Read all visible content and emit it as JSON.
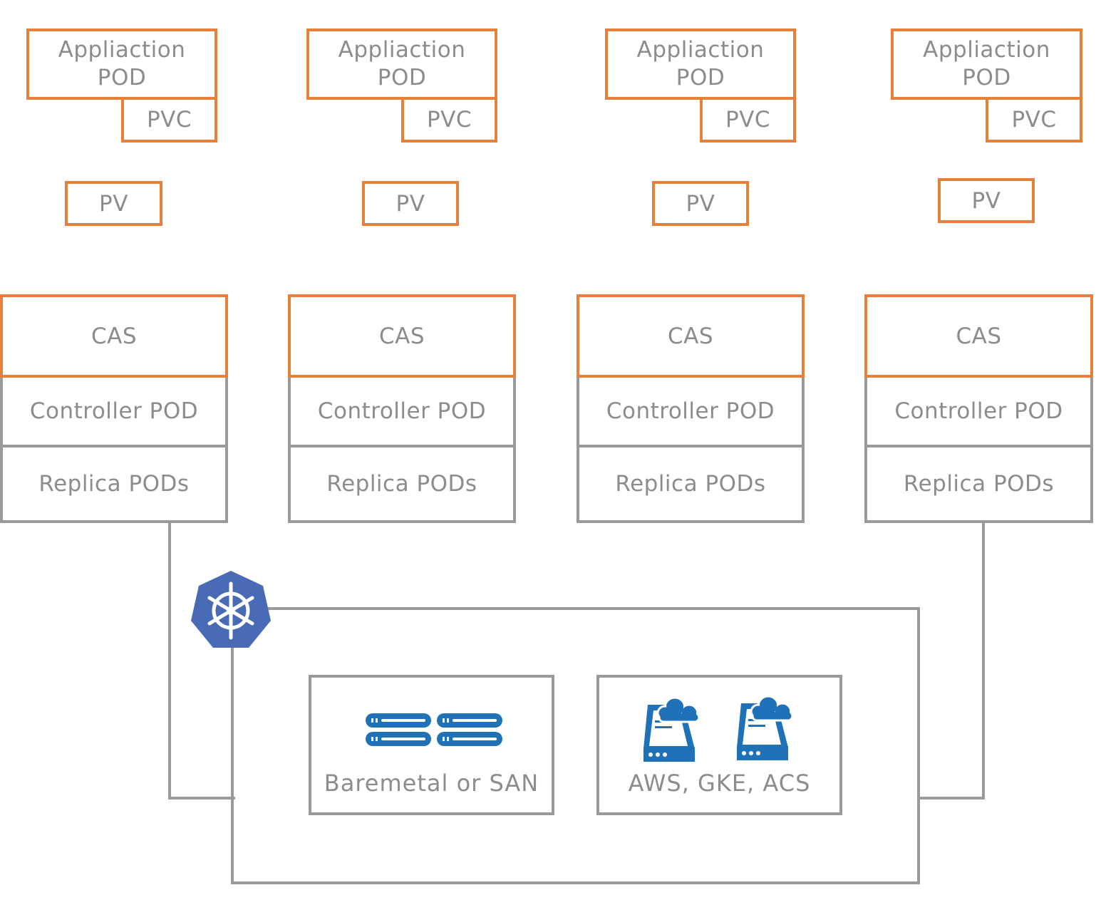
{
  "colors": {
    "orange_border": "#e8803a",
    "gray_border": "#9a9a9a",
    "text": "#8c8c8c",
    "kubernetes_blue": "#496bb5",
    "icon_blue": "#1f72b8"
  },
  "columns": [
    {
      "app_pod": {
        "line1": "Appliaction",
        "line2": "POD"
      },
      "pvc": "PVC",
      "pv": "PV",
      "cas": "CAS",
      "controller": "Controller POD",
      "replicas": "Replica PODs"
    },
    {
      "app_pod": {
        "line1": "Appliaction",
        "line2": "POD"
      },
      "pvc": "PVC",
      "pv": "PV",
      "cas": "CAS",
      "controller": "Controller POD",
      "replicas": "Replica PODs"
    },
    {
      "app_pod": {
        "line1": "Appliaction",
        "line2": "POD"
      },
      "pvc": "PVC",
      "pv": "PV",
      "cas": "CAS",
      "controller": "Controller POD",
      "replicas": "Replica PODs"
    },
    {
      "app_pod": {
        "line1": "Appliaction",
        "line2": "POD"
      },
      "pvc": "PVC",
      "pv": "PV",
      "cas": "CAS",
      "controller": "Controller POD",
      "replicas": "Replica PODs"
    }
  ],
  "infrastructure": {
    "icon": "kubernetes-helm-icon",
    "baremetal": {
      "label": "Baremetal or SAN",
      "icon": "server-rack-icon"
    },
    "cloud": {
      "label": "AWS, GKE, ACS",
      "icon": "cloud-server-icon"
    }
  }
}
